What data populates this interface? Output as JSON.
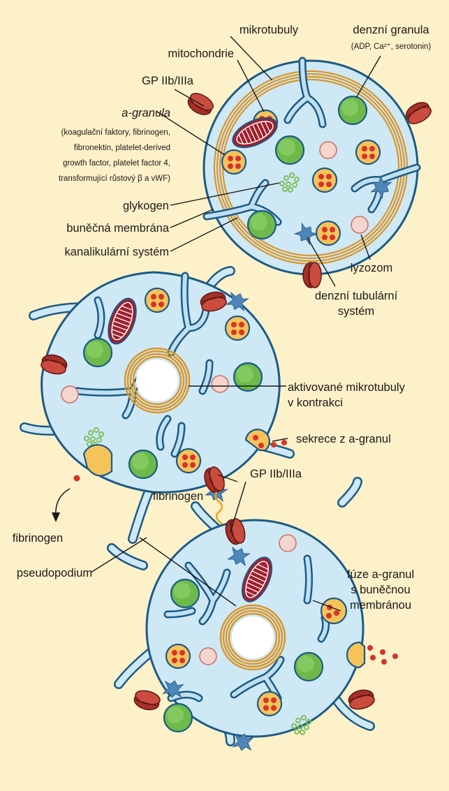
{
  "colors": {
    "background": "#fdf1c9",
    "cytoplasm": "#cfe8f5",
    "membrane": "#1b5a86",
    "canalicular": "#bfe0f0",
    "microtubule": "#d9962b",
    "alpha_granule": "#f6c35a",
    "alpha_dot": "#d6342a",
    "dense_granule": "#6dba4a",
    "lysosome": "#f5d6cf",
    "gp_receptor": "#a6302a",
    "fibrinogen_wave": "#f0a020",
    "dense_tubular": "#4f86b9",
    "glycogen": "#7cbf5a",
    "mitochondria": "#a01f2e"
  },
  "labels": {
    "mikrotubuly": "mikrotubuly",
    "mitochondrie": "mitochondrie",
    "gp_top": "GP IIb/IIIa",
    "alpha_title": "a-granula",
    "alpha_sub": [
      "(koagulační faktory, fibrinogen,",
      "fibronektin, platelet-derived",
      "growth factor, platelet factor 4,",
      "transformující růstový β a vWF)"
    ],
    "dense_title": "denzní granula",
    "dense_sub": "(ADP, Ca²⁺, serotonin)",
    "glykogen": "glykogen",
    "membrana": "buněčná membrána",
    "kanalikularni": "kanalikulární systém",
    "lyzozom": "lyzozom",
    "dts_line1": "denzní tubulární",
    "dts_line2": "systém",
    "akt_line1": "aktivované mikrotubuly",
    "akt_line2": "v kontrakci",
    "sekrece": "sekrece z a-granul",
    "gp_mid": "GP IIb/IIIa",
    "fibrinogen_1": "fibrinogen",
    "fibrinogen_2": "fibrinogen",
    "pseudopodium": "pseudopodium",
    "fuze_1": "fúze a-granul",
    "fuze_2": "s buněčnou",
    "fuze_3": "membránou"
  }
}
